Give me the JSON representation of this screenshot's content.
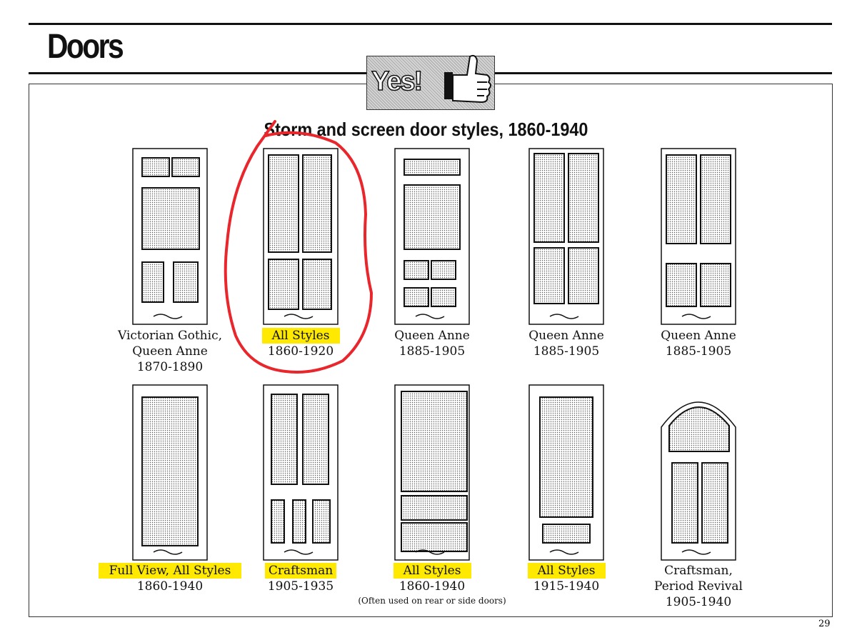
{
  "header": {
    "title": "Doors",
    "badge": "Yes!",
    "badge_icon": "thumbs-up-icon"
  },
  "section_title": "Storm and screen door styles, 1860-1940",
  "doors": [
    {
      "lines": [
        "Victorian Gothic,",
        "Queen Anne",
        "1870-1890"
      ]
    },
    {
      "lines": [
        "All Styles",
        "1860-1920"
      ],
      "highlight": true,
      "circled": true
    },
    {
      "lines": [
        "Queen Anne",
        "1885-1905"
      ]
    },
    {
      "lines": [
        "Queen Anne",
        "1885-1905"
      ]
    },
    {
      "lines": [
        "Queen Anne",
        "1885-1905"
      ]
    },
    {
      "lines": [
        "Full View, All Styles",
        "1860-1940"
      ],
      "highlight": true
    },
    {
      "lines": [
        "Craftsman",
        "1905-1935"
      ],
      "highlight": true
    },
    {
      "lines": [
        "All Styles",
        "1860-1940"
      ],
      "note": "(Often used on rear or side doors)",
      "highlight": true
    },
    {
      "lines": [
        "All Styles",
        "1915-1940"
      ],
      "highlight": true
    },
    {
      "lines": [
        "Craftsman,",
        "Period Revival",
        "1905-1940"
      ]
    }
  ],
  "page_number": "29",
  "colors": {
    "highlight": "#ffe900",
    "annotation": "#e8262b"
  }
}
